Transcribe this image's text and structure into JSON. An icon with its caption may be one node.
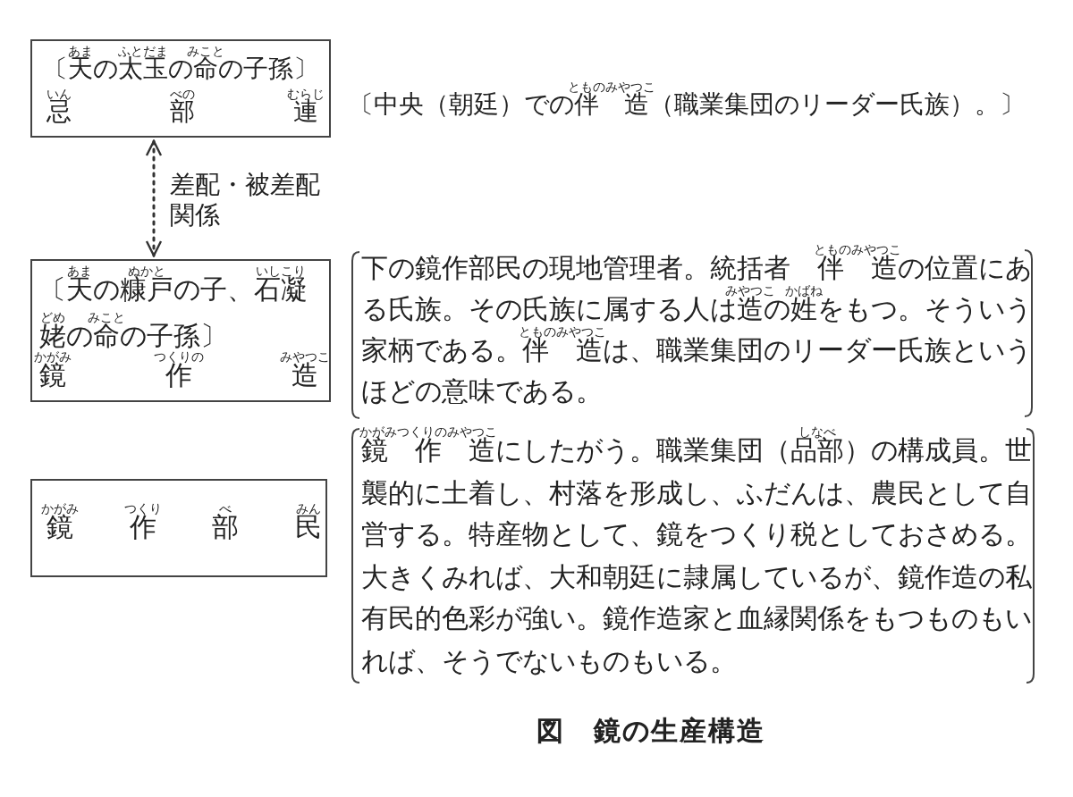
{
  "diagram": {
    "caption": "図　鏡の生産構造",
    "nodes": [
      {
        "text": [
          "〔天の太玉の命の子孫〕",
          "忌部連"
        ],
        "beside": [
          "〔中央（朝廷）での伴　造（職業集団のリーダー氏族）。〕"
        ]
      },
      {
        "text": [
          "〔天の糠戸の子、石凝姥の命の子孫〕",
          "鏡作造"
        ],
        "beside": [
          "下の鏡作部民の現地管理者。統括者　伴　造の位置にある氏族。その氏族に属する人は造の姓をもつ。そういう家柄である。伴　造は、職業集団のリーダー氏族というほどの意味である。"
        ]
      },
      {
        "text": [
          "鏡作部民"
        ],
        "beside": [
          "鏡　作　造にしたがう。職業集団（品部）の構成員。世襲的に土着し、村落を形成し、ふだんは、農民として自営する。特産物として、鏡をつくり税としておさめる。大きくみれば、大和朝廷に隷属しているが、鏡作造の私有民的色彩が強い。鏡作造家と血縁関係をもつものもいれば、そうでないものもいる。"
        ]
      }
    ],
    "edges": [
      {
        "from": 0,
        "to": 1,
        "arrow": "both",
        "style": "dashed",
        "label": "差配・被差配関係"
      }
    ],
    "labels": [
      "あま",
      "ふとだま",
      "みこと",
      "いん",
      "べの",
      "むらじ",
      "とものみやつこ",
      "あま",
      "ぬかと",
      "いしこり",
      "どめ",
      "みこと",
      "かがみ",
      "つくりの",
      "みやつこ",
      "とものみやつこ",
      "みやつこ",
      "かばね",
      "とものみやつこ",
      "かがみつくりのみやつこ",
      "しなべ",
      "かがみ",
      "つくり",
      "べ",
      "みん"
    ]
  }
}
